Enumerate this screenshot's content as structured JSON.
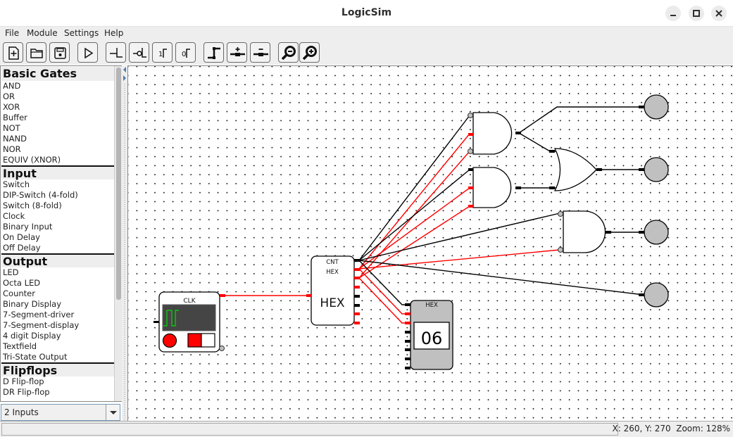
{
  "window": {
    "title": "LogicSim",
    "controls": [
      "minimize",
      "maximize",
      "close"
    ]
  },
  "menubar": {
    "items": [
      {
        "label": "File"
      },
      {
        "label": "Module"
      },
      {
        "label": "Settings"
      },
      {
        "label": "Help"
      }
    ]
  },
  "toolbar": {
    "buttons": [
      {
        "name": "new-file",
        "icon": "new-file-icon"
      },
      {
        "name": "open-file",
        "icon": "folder-open-icon"
      },
      {
        "name": "save-file",
        "icon": "save-icon"
      },
      {
        "name": "simulate",
        "icon": "play-icon"
      },
      {
        "name": "input-normal",
        "icon": "input-normal-icon"
      },
      {
        "name": "input-inverted",
        "icon": "input-inverted-icon"
      },
      {
        "name": "input-high",
        "icon": "input-high-icon",
        "text": "1"
      },
      {
        "name": "input-low",
        "icon": "input-low-icon",
        "text": "0"
      },
      {
        "name": "wire-tool",
        "icon": "wire-icon"
      },
      {
        "name": "add-point",
        "icon": "add-point-icon"
      },
      {
        "name": "remove-point",
        "icon": "remove-point-icon"
      },
      {
        "name": "zoom-out",
        "icon": "zoom-out-icon"
      },
      {
        "name": "zoom-in",
        "icon": "zoom-in-icon"
      }
    ]
  },
  "sidebar": {
    "categories": [
      {
        "title": "Basic Gates",
        "items": [
          "AND",
          "OR",
          "XOR",
          "Buffer",
          "NOT",
          "NAND",
          "NOR",
          "EQUIV (XNOR)"
        ]
      },
      {
        "title": "Input",
        "items": [
          "Switch",
          "DIP-Switch (4-fold)",
          "Switch (8-fold)",
          "Clock",
          "Binary Input",
          "On Delay",
          "Off Delay"
        ]
      },
      {
        "title": "Output",
        "items": [
          "LED",
          "Octa LED",
          "Counter",
          "Binary Display",
          "7-Segment-driver",
          "7-Segment-display",
          "4 digit Display",
          "Textfield",
          "Tri-State Output"
        ]
      },
      {
        "title": "Flipflops",
        "items": [
          "D Flip-flop",
          "DR Flip-flop"
        ]
      }
    ],
    "inputs_select": {
      "value": "2 Inputs"
    }
  },
  "circuit": {
    "clock": {
      "label": "CLK"
    },
    "counter": {
      "label_line1": "CNT",
      "label_line2": "HEX",
      "mode": "HEX"
    },
    "hex_display": {
      "label": "HEX",
      "value": "06"
    },
    "colors": {
      "high": "#ff0000",
      "low": "#000000",
      "led_off": "#c0c0c0",
      "clock_signal": "#00dd00"
    }
  },
  "statusbar": {
    "message": "",
    "coords": "X: 260, Y: 270",
    "zoom": "Zoom: 128%"
  }
}
